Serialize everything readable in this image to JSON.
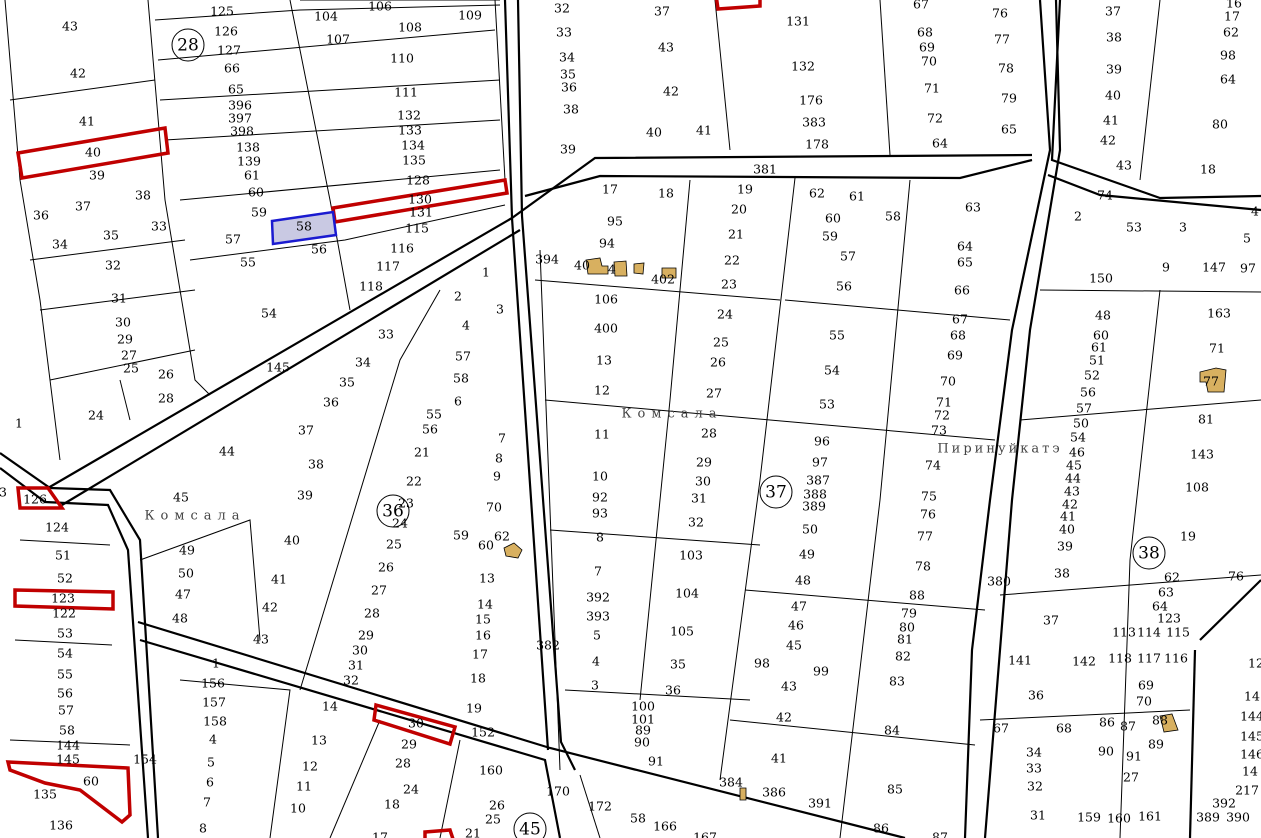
{
  "map": {
    "parcel_labels": [
      "43",
      "42",
      "41",
      "40",
      "39",
      "38",
      "37",
      "36",
      "35",
      "34",
      "33",
      "32",
      "31",
      "30",
      "29",
      "27",
      "25",
      "26",
      "28",
      "24",
      "1",
      "54",
      "55",
      "56",
      "57",
      "58",
      "59",
      "60",
      "61",
      "139",
      "138",
      "398",
      "397",
      "396",
      "65",
      "66",
      "127",
      "126",
      "125",
      "104",
      "106",
      "108",
      "109",
      "107",
      "110",
      "111",
      "132",
      "133",
      "134",
      "135",
      "128",
      "130",
      "131",
      "115",
      "116",
      "117",
      "118",
      "145",
      "1",
      "2",
      "3",
      "4",
      "33",
      "57",
      "34",
      "58",
      "35",
      "6",
      "36",
      "55",
      "56",
      "37",
      "7",
      "21",
      "8",
      "38",
      "9",
      "22",
      "39",
      "70",
      "23",
      "24",
      "59",
      "62",
      "60",
      "40",
      "25",
      "26",
      "13",
      "41",
      "27",
      "14",
      "15",
      "28",
      "42",
      "16",
      "29",
      "43",
      "30",
      "17",
      "31",
      "32",
      "18",
      "19",
      "382",
      "44",
      "45",
      "49",
      "50",
      "47",
      "48",
      "126",
      "3",
      "124",
      "51",
      "52",
      "123",
      "122",
      "53",
      "54",
      "55",
      "56",
      "57",
      "58",
      "144",
      "145",
      "154",
      "60",
      "135",
      "136",
      "1",
      "156",
      "157",
      "158",
      "4",
      "5",
      "6",
      "7",
      "8",
      "14",
      "13",
      "12",
      "11",
      "10",
      "30",
      "29",
      "28",
      "152",
      "160",
      "24",
      "18",
      "26",
      "25",
      "17",
      "21",
      "32",
      "37",
      "33",
      "43",
      "34",
      "35",
      "36",
      "42",
      "38",
      "40",
      "41",
      "39",
      "131",
      "132",
      "176",
      "383",
      "178",
      "381",
      "67",
      "68",
      "69",
      "70",
      "71",
      "72",
      "64",
      "76",
      "77",
      "78",
      "79",
      "65",
      "17",
      "18",
      "19",
      "95",
      "20",
      "94",
      "21",
      "394",
      "40",
      "4",
      "402",
      "22",
      "106",
      "23",
      "400",
      "24",
      "13",
      "25",
      "26",
      "12",
      "27",
      "11",
      "28",
      "29",
      "10",
      "30",
      "92",
      "31",
      "93",
      "32",
      "8",
      "103",
      "7",
      "392",
      "104",
      "393",
      "5",
      "105",
      "4",
      "35",
      "3",
      "36",
      "100",
      "101",
      "89",
      "90",
      "91",
      "62",
      "61",
      "58",
      "63",
      "60",
      "59",
      "57",
      "64",
      "65",
      "56",
      "66",
      "67",
      "68",
      "55",
      "69",
      "54",
      "70",
      "53",
      "71",
      "72",
      "73",
      "96",
      "74",
      "97",
      "387",
      "388",
      "389",
      "75",
      "76",
      "50",
      "77",
      "49",
      "78",
      "48",
      "88",
      "47",
      "79",
      "80",
      "46",
      "81",
      "45",
      "82",
      "98",
      "99",
      "83",
      "43",
      "42",
      "84",
      "41",
      "85",
      "86",
      "384",
      "386",
      "391",
      "170",
      "172",
      "58",
      "166",
      "167",
      "87",
      "380",
      "16",
      "17",
      "37",
      "38",
      "62",
      "98",
      "39",
      "64",
      "40",
      "41",
      "80",
      "42",
      "43",
      "18",
      "74",
      "4",
      "2",
      "53",
      "3",
      "5",
      "9",
      "147",
      "97",
      "150",
      "163",
      "48",
      "60",
      "61",
      "51",
      "71",
      "52",
      "56",
      "77",
      "57",
      "81",
      "50",
      "54",
      "46",
      "143",
      "45",
      "44",
      "108",
      "43",
      "42",
      "41",
      "40",
      "39",
      "19",
      "38",
      "62",
      "76",
      "63",
      "64",
      "123",
      "37",
      "113",
      "114",
      "115",
      "141",
      "142",
      "118",
      "117",
      "116",
      "69",
      "70",
      "36",
      "88",
      "86",
      "87",
      "67",
      "68",
      "89",
      "90",
      "91",
      "34",
      "33",
      "27",
      "32",
      "31",
      "159",
      "160",
      "161",
      "392",
      "389",
      "390",
      "14",
      "144",
      "145",
      "146",
      "14",
      "217",
      "12"
    ],
    "block_numbers": [
      "28",
      "36",
      "37",
      "38",
      "45"
    ],
    "place_names": [
      "Комсала",
      "Комсала",
      "Пиринуйкатэ"
    ],
    "colors": {
      "highlight_red": "#c00000",
      "highlight_blue": "#1a1ad0",
      "selected_fill": "#c9c9e3",
      "building": "#d8b060"
    }
  }
}
